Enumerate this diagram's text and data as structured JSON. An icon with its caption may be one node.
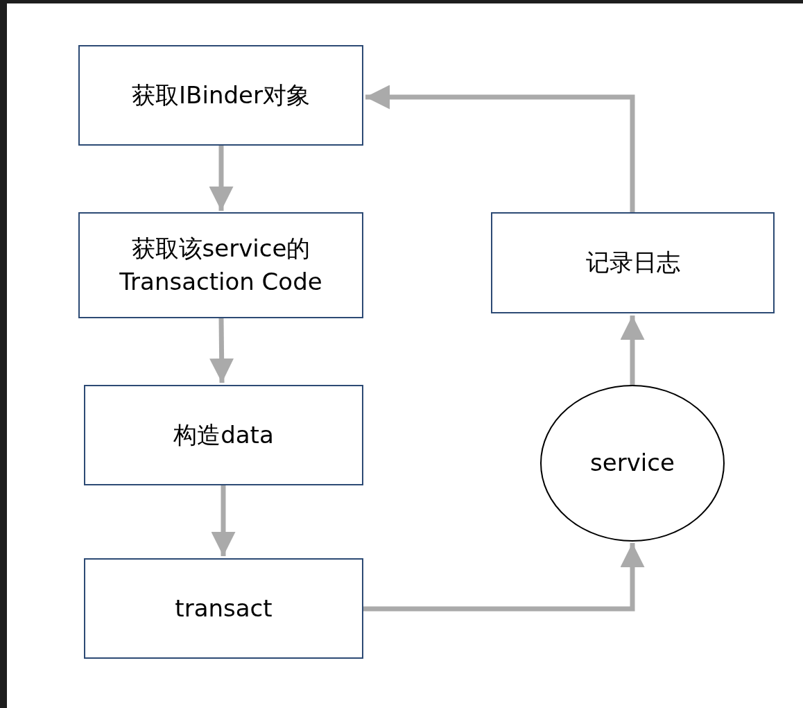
{
  "diagram": {
    "nodes": [
      {
        "text": [
          "获取IBinder对象"
        ]
      },
      {
        "text": [
          "获取该service的 Transaction Code"
        ]
      },
      {
        "text": [
          "构造data"
        ]
      },
      {
        "text": [
          "transact"
        ]
      },
      {
        "text": [
          "service"
        ]
      },
      {
        "text": [
          "记录日志"
        ]
      }
    ],
    "edges": [
      {
        "from": 0,
        "to": 1,
        "arrow": "to"
      },
      {
        "from": 1,
        "to": 2,
        "arrow": "to"
      },
      {
        "from": 2,
        "to": 3,
        "arrow": "to"
      },
      {
        "from": 3,
        "to": 4,
        "arrow": "to"
      },
      {
        "from": 4,
        "to": 5,
        "arrow": "to"
      },
      {
        "from": 5,
        "to": 0,
        "arrow": "to"
      }
    ]
  }
}
